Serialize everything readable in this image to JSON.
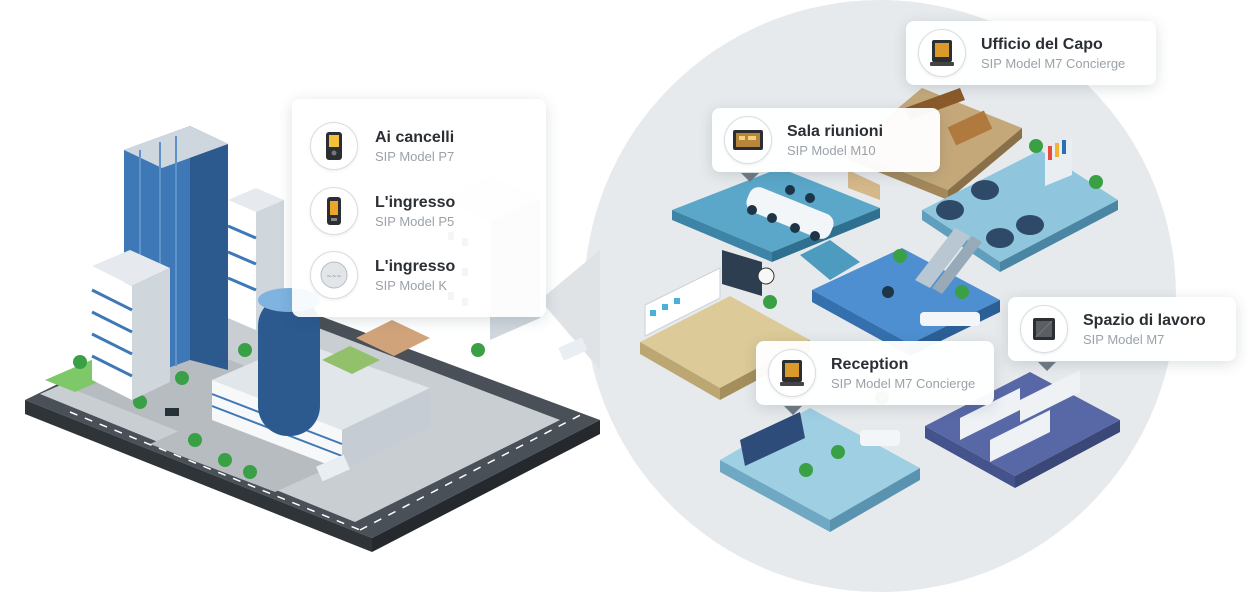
{
  "colors": {
    "circle_bg": "#e7eaec",
    "road": "#3a3f45",
    "floor_blue": "#5aa7c9",
    "floor_beige": "#d8c89a",
    "floor_dark": "#5868a6",
    "glass_blue": "#3f78b6",
    "card_title": "#2b2f33",
    "card_sub": "#9aa2a9"
  },
  "left_panel": {
    "rows": [
      {
        "title": "Ai cancelli",
        "model": "SIP Model P7",
        "icon": "intercom-p7-icon"
      },
      {
        "title": "L'ingresso",
        "model": "SIP Model P5",
        "icon": "intercom-p5-icon"
      },
      {
        "title": "L'ingresso",
        "model": "SIP Model K",
        "icon": "intercom-k-icon"
      }
    ]
  },
  "rooms": {
    "boss_office": {
      "title": "Ufficio del Capo",
      "model": "SIP Model M7 Concierge"
    },
    "meeting_room": {
      "title": "Sala riunioni",
      "model": "SIP Model M10"
    },
    "workspace": {
      "title": "Spazio di lavoro",
      "model": "SIP Model M7"
    },
    "reception": {
      "title": "Reception",
      "model": "SIP Model M7 Concierge"
    }
  }
}
